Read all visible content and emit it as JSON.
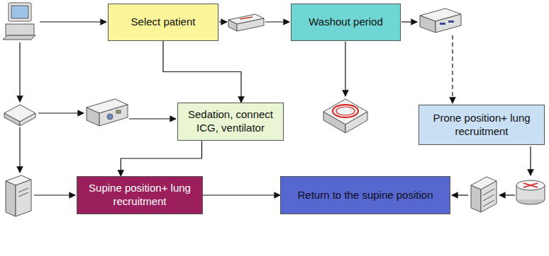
{
  "diagram": {
    "nodes": [
      {
        "text": [
          "Select patient"
        ]
      },
      {
        "text": [
          "Washout period"
        ]
      },
      {
        "text": [
          "Sedation, connect ICG, ventilator"
        ]
      },
      {
        "text": [
          "Prone position+ lung recruitment"
        ]
      },
      {
        "text": [
          "Supine position+ lung recruitment"
        ]
      },
      {
        "text": [
          "Return to the supine position"
        ]
      }
    ],
    "edges": [
      {
        "from": 0,
        "to": 2,
        "arrow": "to"
      },
      {
        "from": 2,
        "to": 4,
        "arrow": "to"
      },
      {
        "from": 4,
        "to": 5,
        "arrow": "to"
      }
    ]
  }
}
